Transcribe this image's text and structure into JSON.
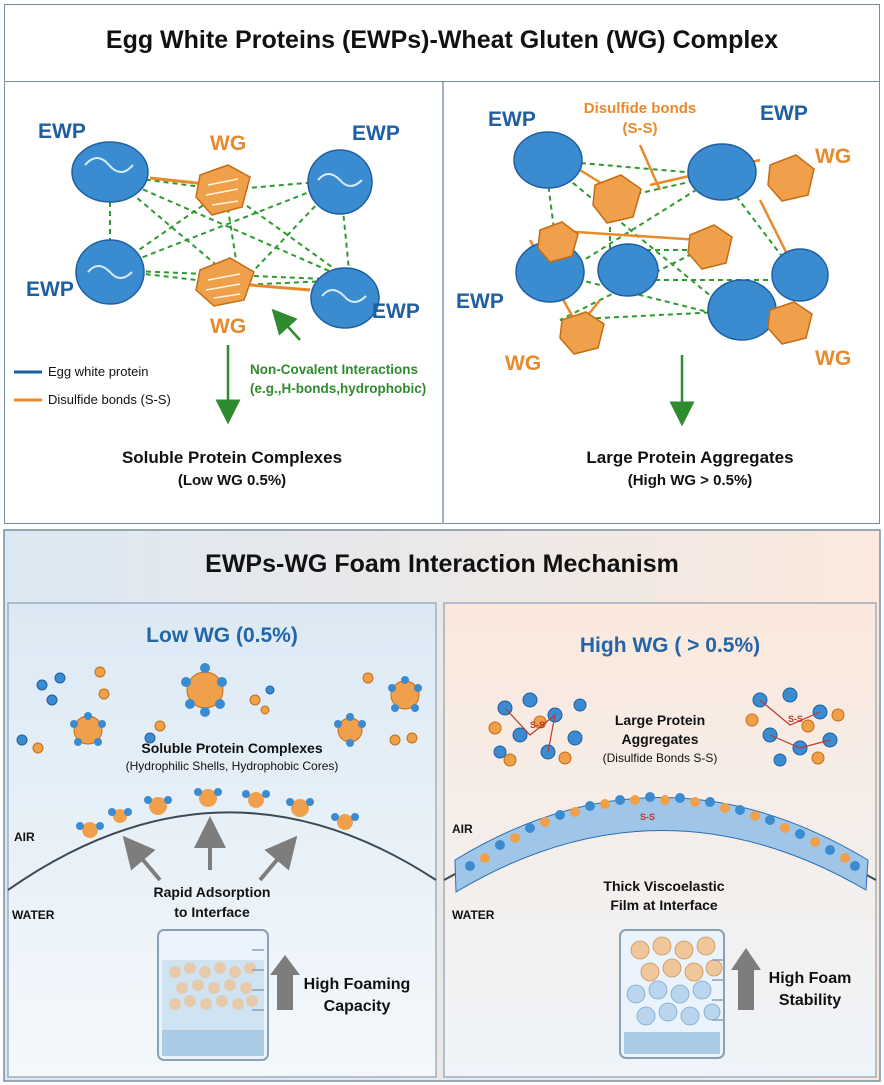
{
  "top_panel": {
    "title": "Egg White Proteins (EWPs)-Wheat Gluten (WG) Complex",
    "left": {
      "labels": {
        "ewp_tl": "EWP",
        "ewp_tr": "EWP",
        "ewp_bl": "EWP",
        "ewp_br": "EWP",
        "wg_top": "WG",
        "wg_bottom": "WG"
      },
      "legend": [
        {
          "label": "Egg white protein",
          "color": "#1f5fa0"
        },
        {
          "label": "Disulfide bonds (S-S)",
          "color": "#e8892a"
        }
      ],
      "interaction_label": [
        "Non-Covalent Interactions",
        "(e.g.,H-bonds,hydrophobic)"
      ],
      "result_title": "Soluble Protein Complexes",
      "result_sub": "(Low WG 0.5%)"
    },
    "right": {
      "labels": {
        "ewp_tl": "EWP",
        "ewp_tr": "EWP",
        "ewp_ml": "EWP",
        "wg_tr": "WG",
        "wg_bl": "WG",
        "wg_br": "WG"
      },
      "disulfide_label": [
        "Disulfide bonds",
        "(S-S)"
      ],
      "result_title": "Large Protein Aggregates",
      "result_sub": "(High WG  > 0.5%)"
    }
  },
  "bottom_panel": {
    "title": "EWPs-WG Foam Interaction Mechanism",
    "left": {
      "heading": "Low WG (0.5%)",
      "complex_title": "Soluble Protein Complexes",
      "complex_sub": "(Hydrophilic Shells, Hydrophobic Cores)",
      "air": "AIR",
      "water": "WATER",
      "adsorption": [
        "Rapid Adsorption",
        "to Interface"
      ],
      "result": [
        "High Foaming",
        "Capacity"
      ]
    },
    "right": {
      "heading": "High WG ( > 0.5%)",
      "aggregate_title": [
        "Large Protein",
        "Aggregates"
      ],
      "aggregate_sub": "(Disulfide Bonds S-S)",
      "ss_label": "S-S",
      "air": "AIR",
      "water": "WATER",
      "film": [
        "Thick Viscoelastic",
        "Film at Interface"
      ],
      "result": [
        "High Foam",
        "Stability"
      ]
    }
  },
  "colors": {
    "ewp_blue": "#2a7bbf",
    "ewp_label": "#1f5fa0",
    "wg_orange": "#e8892a",
    "interaction_green": "#2e8b2e",
    "heading_blue": "#2366a8",
    "ss_red": "#c0392b"
  }
}
